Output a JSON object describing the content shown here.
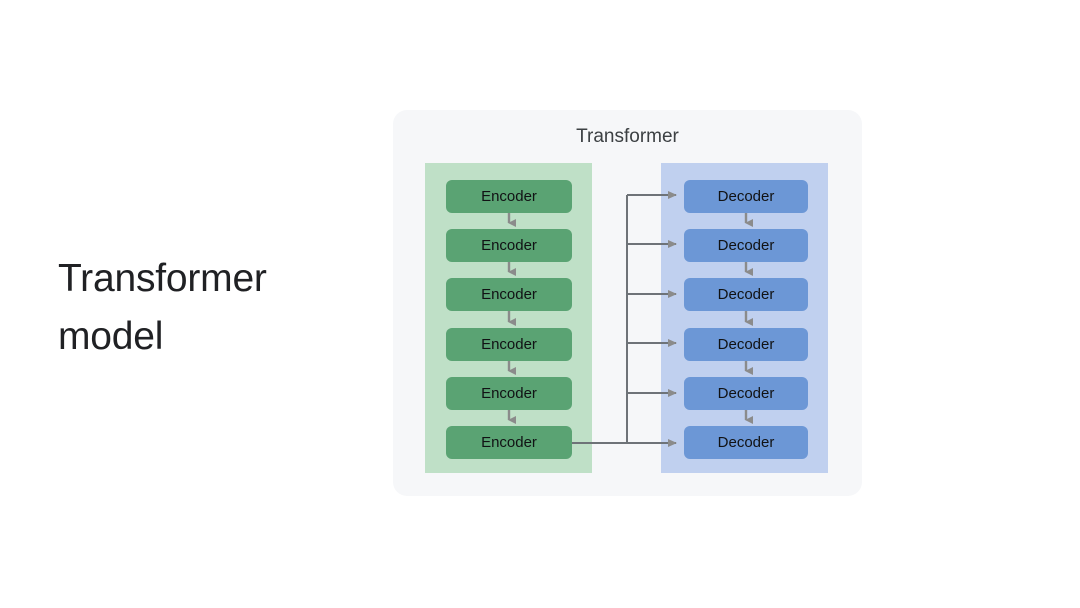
{
  "slide": {
    "title": "Transformer\nmodel",
    "background_color": "#ffffff"
  },
  "diagram": {
    "heading": "Transformer",
    "card_color": "#f6f7f9",
    "encoder_stack": {
      "panel_color": "#bfe0c7",
      "node_color": "#5aa373",
      "nodes": [
        {
          "label": "Encoder"
        },
        {
          "label": "Encoder"
        },
        {
          "label": "Encoder"
        },
        {
          "label": "Encoder"
        },
        {
          "label": "Encoder"
        },
        {
          "label": "Encoder"
        }
      ]
    },
    "decoder_stack": {
      "panel_color": "#c0d0ef",
      "node_color": "#6c97d6",
      "nodes": [
        {
          "label": "Decoder"
        },
        {
          "label": "Decoder"
        },
        {
          "label": "Decoder"
        },
        {
          "label": "Decoder"
        },
        {
          "label": "Decoder"
        },
        {
          "label": "Decoder"
        }
      ]
    },
    "connectors": {
      "arrow_color": "#8b8b8b",
      "bus_color": "#6e7378",
      "description": "Last encoder output feeds a vertical bus that fans out to all six decoders"
    }
  }
}
